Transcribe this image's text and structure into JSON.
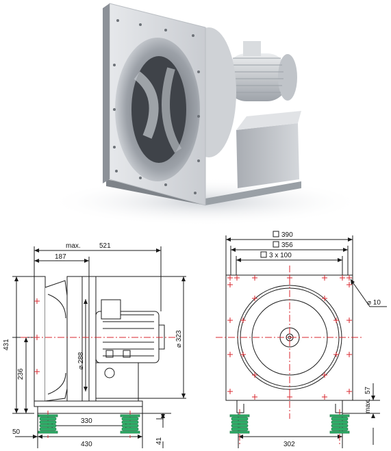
{
  "side_view": {
    "max_label": "max.",
    "overall_length": "521",
    "inlet_depth": "187",
    "total_height": "431",
    "shaft_height": "236",
    "impeller_diameter": "⌀ 288",
    "outlet_diameter": "⌀ 323",
    "base_offset": "50",
    "mount_spacing": "330",
    "base_length": "430",
    "isolator_height": "41"
  },
  "front_view": {
    "square_outer": "390",
    "square_mid": "356",
    "hole_pattern": "3 x 100",
    "hole_diameter": "⌀ 10",
    "max_label": "max.",
    "foot_height": "57",
    "foot_spacing": "302"
  },
  "colors": {
    "centerline": "#d8262c",
    "isolator": "#2fb16a",
    "line": "#1a1a1a"
  }
}
